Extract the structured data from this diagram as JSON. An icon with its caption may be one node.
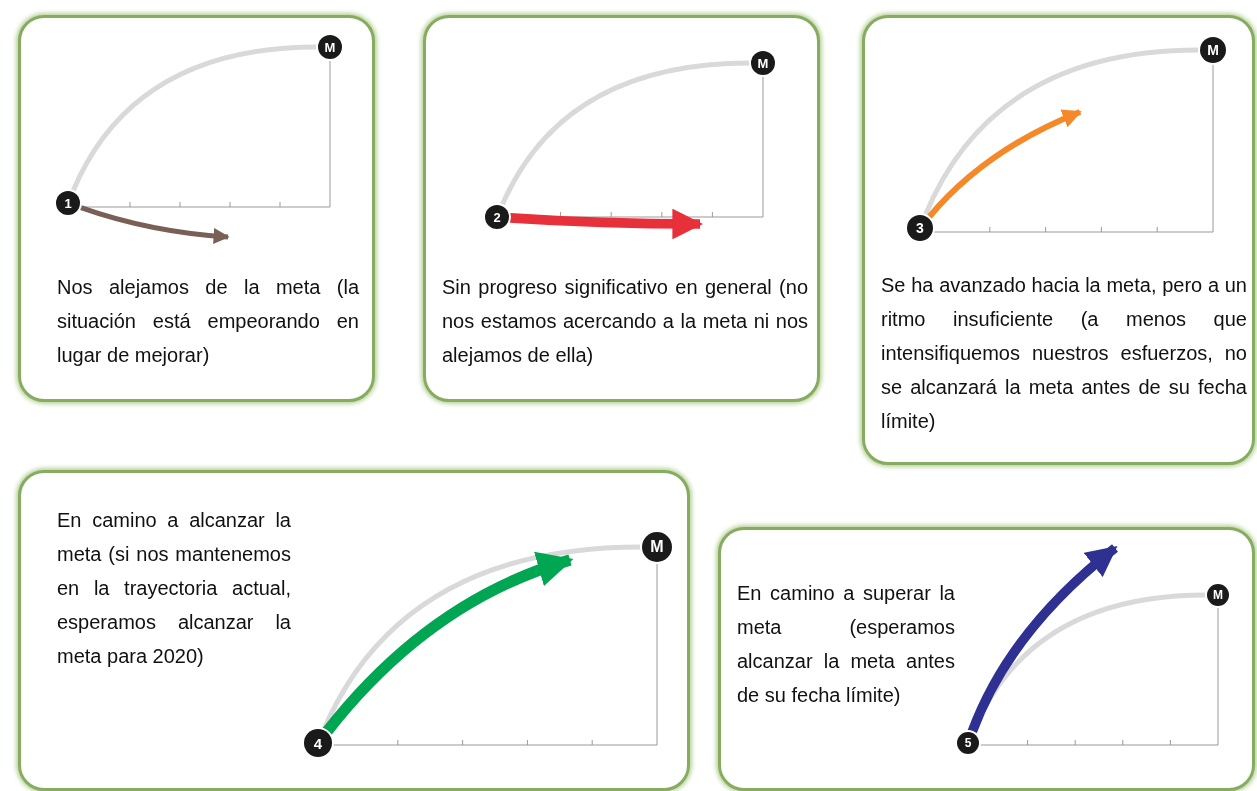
{
  "diagram": {
    "nodes": [
      {
        "text": [
          "Nos alejamos de la meta (la situación está empeorando en lugar de mejorar)"
        ]
      },
      {
        "text": [
          "1"
        ],
        "in": 0
      },
      {
        "text": [
          "M"
        ],
        "in": 0
      },
      {
        "text": [
          "Sin progreso significativo en general (no nos estamos acercando a la meta ni nos alejamos de ella)"
        ]
      },
      {
        "text": [
          "2"
        ],
        "in": 3
      },
      {
        "text": [
          "M"
        ],
        "in": 3
      },
      {
        "text": [
          "Se ha avanzado hacia la meta, pero a un ritmo insuficiente (a menos que intensifiquemos nuestros esfuerzos, no se alcanzará la meta antes de su fecha límite)"
        ]
      },
      {
        "text": [
          "3"
        ],
        "in": 6
      },
      {
        "text": [
          "M"
        ],
        "in": 6
      },
      {
        "text": [
          "En camino a alcanzar la meta (si nos mantenemos en la trayectoria actual, esperamos alcanzar la meta para 2020)"
        ]
      },
      {
        "text": [
          "4"
        ],
        "in": 9
      },
      {
        "text": [
          "M"
        ],
        "in": 9
      },
      {
        "text": [
          "En camino a superar la meta (esperamos alcanzar la meta antes de su fecha límite)"
        ]
      },
      {
        "text": [
          "5"
        ],
        "in": 12
      },
      {
        "text": [
          "M"
        ],
        "in": 12
      }
    ],
    "edges": [
      {
        "from": 1,
        "to": 2,
        "arrow": "none",
        "color": "#d9d9d9"
      },
      {
        "from": 1,
        "to": null,
        "arrow": "to",
        "color": "#7a5f56"
      },
      {
        "from": 4,
        "to": 5,
        "arrow": "none",
        "color": "#d9d9d9"
      },
      {
        "from": 4,
        "to": null,
        "arrow": "to",
        "style": "thick",
        "color": "#e8303a"
      },
      {
        "from": 7,
        "to": 8,
        "arrow": "none",
        "color": "#d9d9d9"
      },
      {
        "from": 7,
        "to": null,
        "arrow": "to",
        "color": "#f5892a"
      },
      {
        "from": 10,
        "to": 11,
        "arrow": "none",
        "color": "#d9d9d9"
      },
      {
        "from": 10,
        "to": null,
        "arrow": "to",
        "style": "thick",
        "color": "#00a651"
      },
      {
        "from": 13,
        "to": 14,
        "arrow": "none",
        "color": "#d9d9d9"
      },
      {
        "from": 13,
        "to": null,
        "arrow": "to",
        "style": "thick",
        "color": "#2e3192"
      }
    ]
  }
}
